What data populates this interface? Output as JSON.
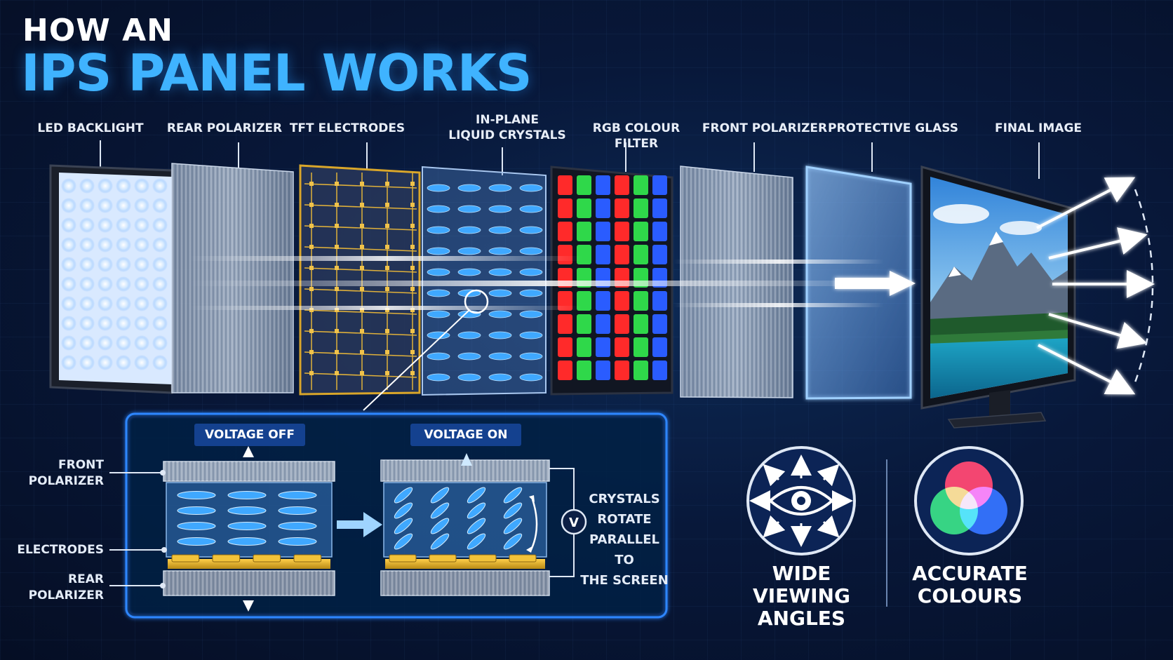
{
  "title": {
    "line1": "HOW AN",
    "line2": "IPS PANEL WORKS"
  },
  "layers": [
    {
      "label": "LED BACKLIGHT"
    },
    {
      "label": "REAR POLARIZER"
    },
    {
      "label": "TFT ELECTRODES"
    },
    {
      "label": "IN-PLANE\nLIQUID CRYSTALS"
    },
    {
      "label": "RGB COLOUR FILTER"
    },
    {
      "label": "FRONT POLARIZER"
    },
    {
      "label": "PROTECTIVE GLASS"
    },
    {
      "label": "FINAL IMAGE"
    }
  ],
  "inset": {
    "voltage_off": "VOLTAGE OFF",
    "voltage_on": "VOLTAGE ON",
    "front_polarizer": "FRONT\nPOLARIZER",
    "electrodes": "ELECTRODES",
    "rear_polarizer": "REAR\nPOLARIZER",
    "voltage_symbol": "V",
    "note": "CRYSTALS\nROTATE\nPARALLEL TO\nTHE SCREEN"
  },
  "features": [
    {
      "label": "WIDE VIEWING\nANGLES",
      "icon": "eye-arrows-icon"
    },
    {
      "label": "ACCURATE\nCOLOURS",
      "icon": "rgb-circles-icon"
    }
  ],
  "colors": {
    "accent": "#3fb3ff",
    "inset_border": "#2e86ff",
    "voltage_tag": "#14418f",
    "red": "#ff2a2a",
    "green": "#2fd84a",
    "blue": "#2a5cff"
  }
}
